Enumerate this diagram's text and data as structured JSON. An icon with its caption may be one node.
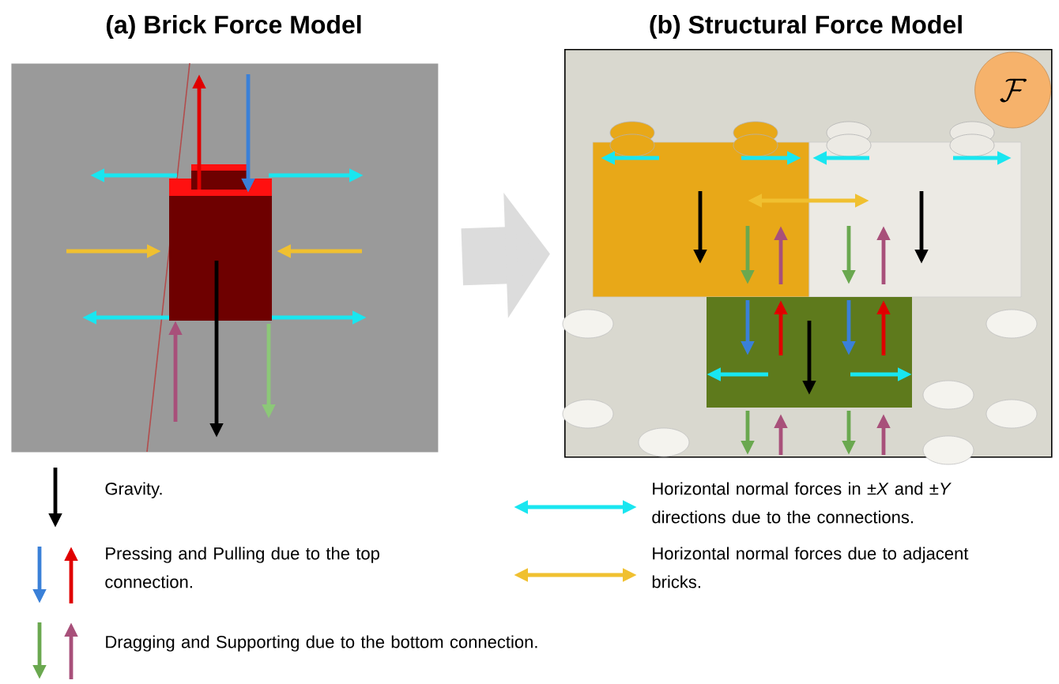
{
  "diagram": {
    "nodes": [
      {
        "text": [],
        "shape": "picture",
        "beside": [
          "(a) Brick Force Model"
        ]
      },
      {
        "text": [],
        "shape": "picture",
        "beside": [
          "(b) Structural Force Model"
        ]
      },
      {
        "text": [
          "\\mathcal{F}"
        ],
        "in": 1
      }
    ],
    "edges": [
      {
        "from": 0,
        "to": 1,
        "arrow": "to"
      }
    ],
    "legend": [
      {
        "text": "Gravity."
      },
      {
        "text": "Horizontal normal forces in ±*X* and ±*Y* directions due to the connections."
      },
      {
        "text": "Pressing and Pulling due to the top connection."
      },
      {
        "text": "Horizontal normal forces due to adjacent bricks."
      },
      {
        "text": "Dragging and Supporting due to the bottom connection."
      }
    ]
  }
}
